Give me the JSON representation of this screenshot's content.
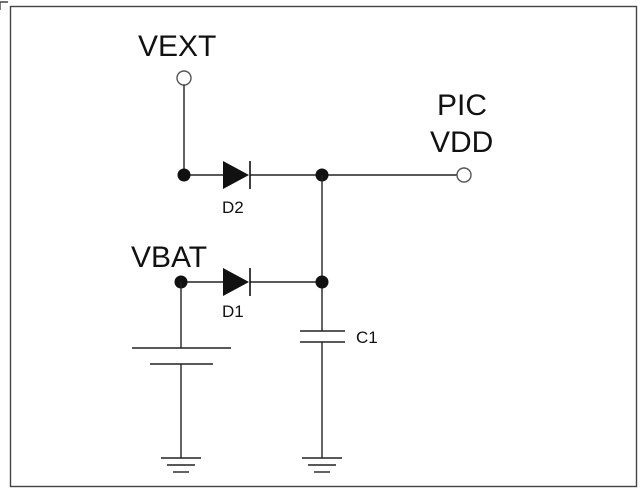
{
  "labels": {
    "vext": "VEXT",
    "pic": "PIC",
    "vdd": "VDD",
    "vbat": "VBAT",
    "d2": "D2",
    "d1": "D1",
    "c1": "C1"
  }
}
